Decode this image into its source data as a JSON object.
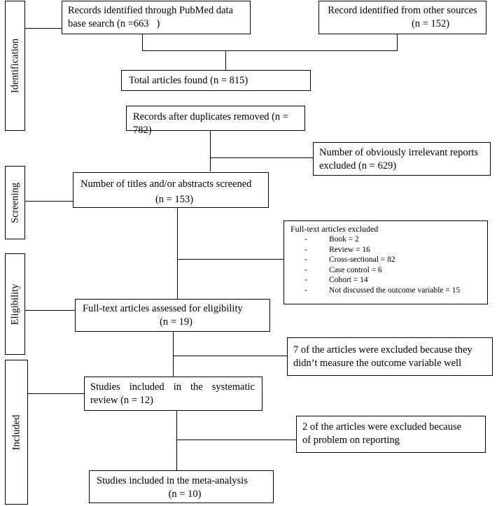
{
  "phases": {
    "identification": "Identification",
    "screening": "Screening",
    "eligibility": "Eligibility",
    "included": "Included"
  },
  "boxes": {
    "pubmed_line1": "Records identified through PubMed data",
    "pubmed_line2": "base search (n =663   )",
    "other_line1": "Record identified from other sources",
    "other_line2": "(n = 152)",
    "total": "Total articles found (n = 815)",
    "duplicates": "Records after duplicates removed (n = 782)",
    "irrelevant_line1": "Number of obviously irrelevant reports",
    "irrelevant_line2": "excluded (n = 629)",
    "screened_line1": "Number of titles and/or abstracts screened",
    "screened_line2": "(n = 153)",
    "fulltext_excluded_title": "Full-text articles excluded",
    "fulltext_excluded_items": [
      "Book = 2",
      "Review = 16",
      "Cross-sectional = 82",
      "Case control = 6",
      "Cohort = 14",
      "Not discussed the outcome variable  = 15"
    ],
    "assessed_line1": "Full-text articles assessed for eligibility",
    "assessed_line2": "(n = 19)",
    "excluded7_line1": "7 of the articles were excluded because they",
    "excluded7_line2": "didn’t measure the outcome variable well",
    "systematic_line1": "Studies included in the systematic",
    "systematic_line2": "review (n = 12)",
    "excluded2_line1": "2 of the articles were excluded because",
    "excluded2_line2": "of problem on reporting",
    "meta_line1": "Studies included in the meta-analysis",
    "meta_line2": "(n = 10)"
  }
}
